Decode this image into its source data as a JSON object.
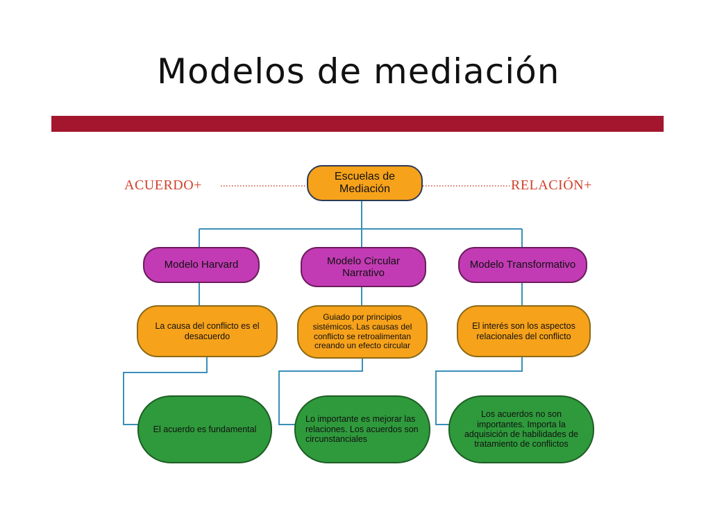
{
  "slide": {
    "title": "Modelos de mediación",
    "accent_color": "#a3162d"
  },
  "diagram": {
    "top": "Escuelas de Mediación",
    "left_label": "ACUERDO+",
    "right_label": "RELACIÓN+",
    "models": [
      "Modelo Harvard",
      "Modelo Circular Narrativo",
      "Modelo Transformativo"
    ],
    "descriptions": [
      "La causa del conflicto es el desacuerdo",
      "Guiado por principios sistémicos. Las causas del conflicto se retroalimentan creando un efecto circular",
      "El interés son los aspectos relacionales del conflicto"
    ],
    "outcomes": [
      "El acuerdo es fundamental",
      "Lo importante es mejorar las relaciones. Los acuerdos son circunstanciales",
      "Los acuerdos no son importantes. Importa la adquisición de habilidades de tratamiento de conflictos"
    ],
    "colors": {
      "top_node": "#f7a21b",
      "model_node": "#c23bb4",
      "description_node": "#f7a21b",
      "outcome_node": "#2f9a3c",
      "connector": "#3a8fb7",
      "side_label": "#d0402a"
    }
  }
}
